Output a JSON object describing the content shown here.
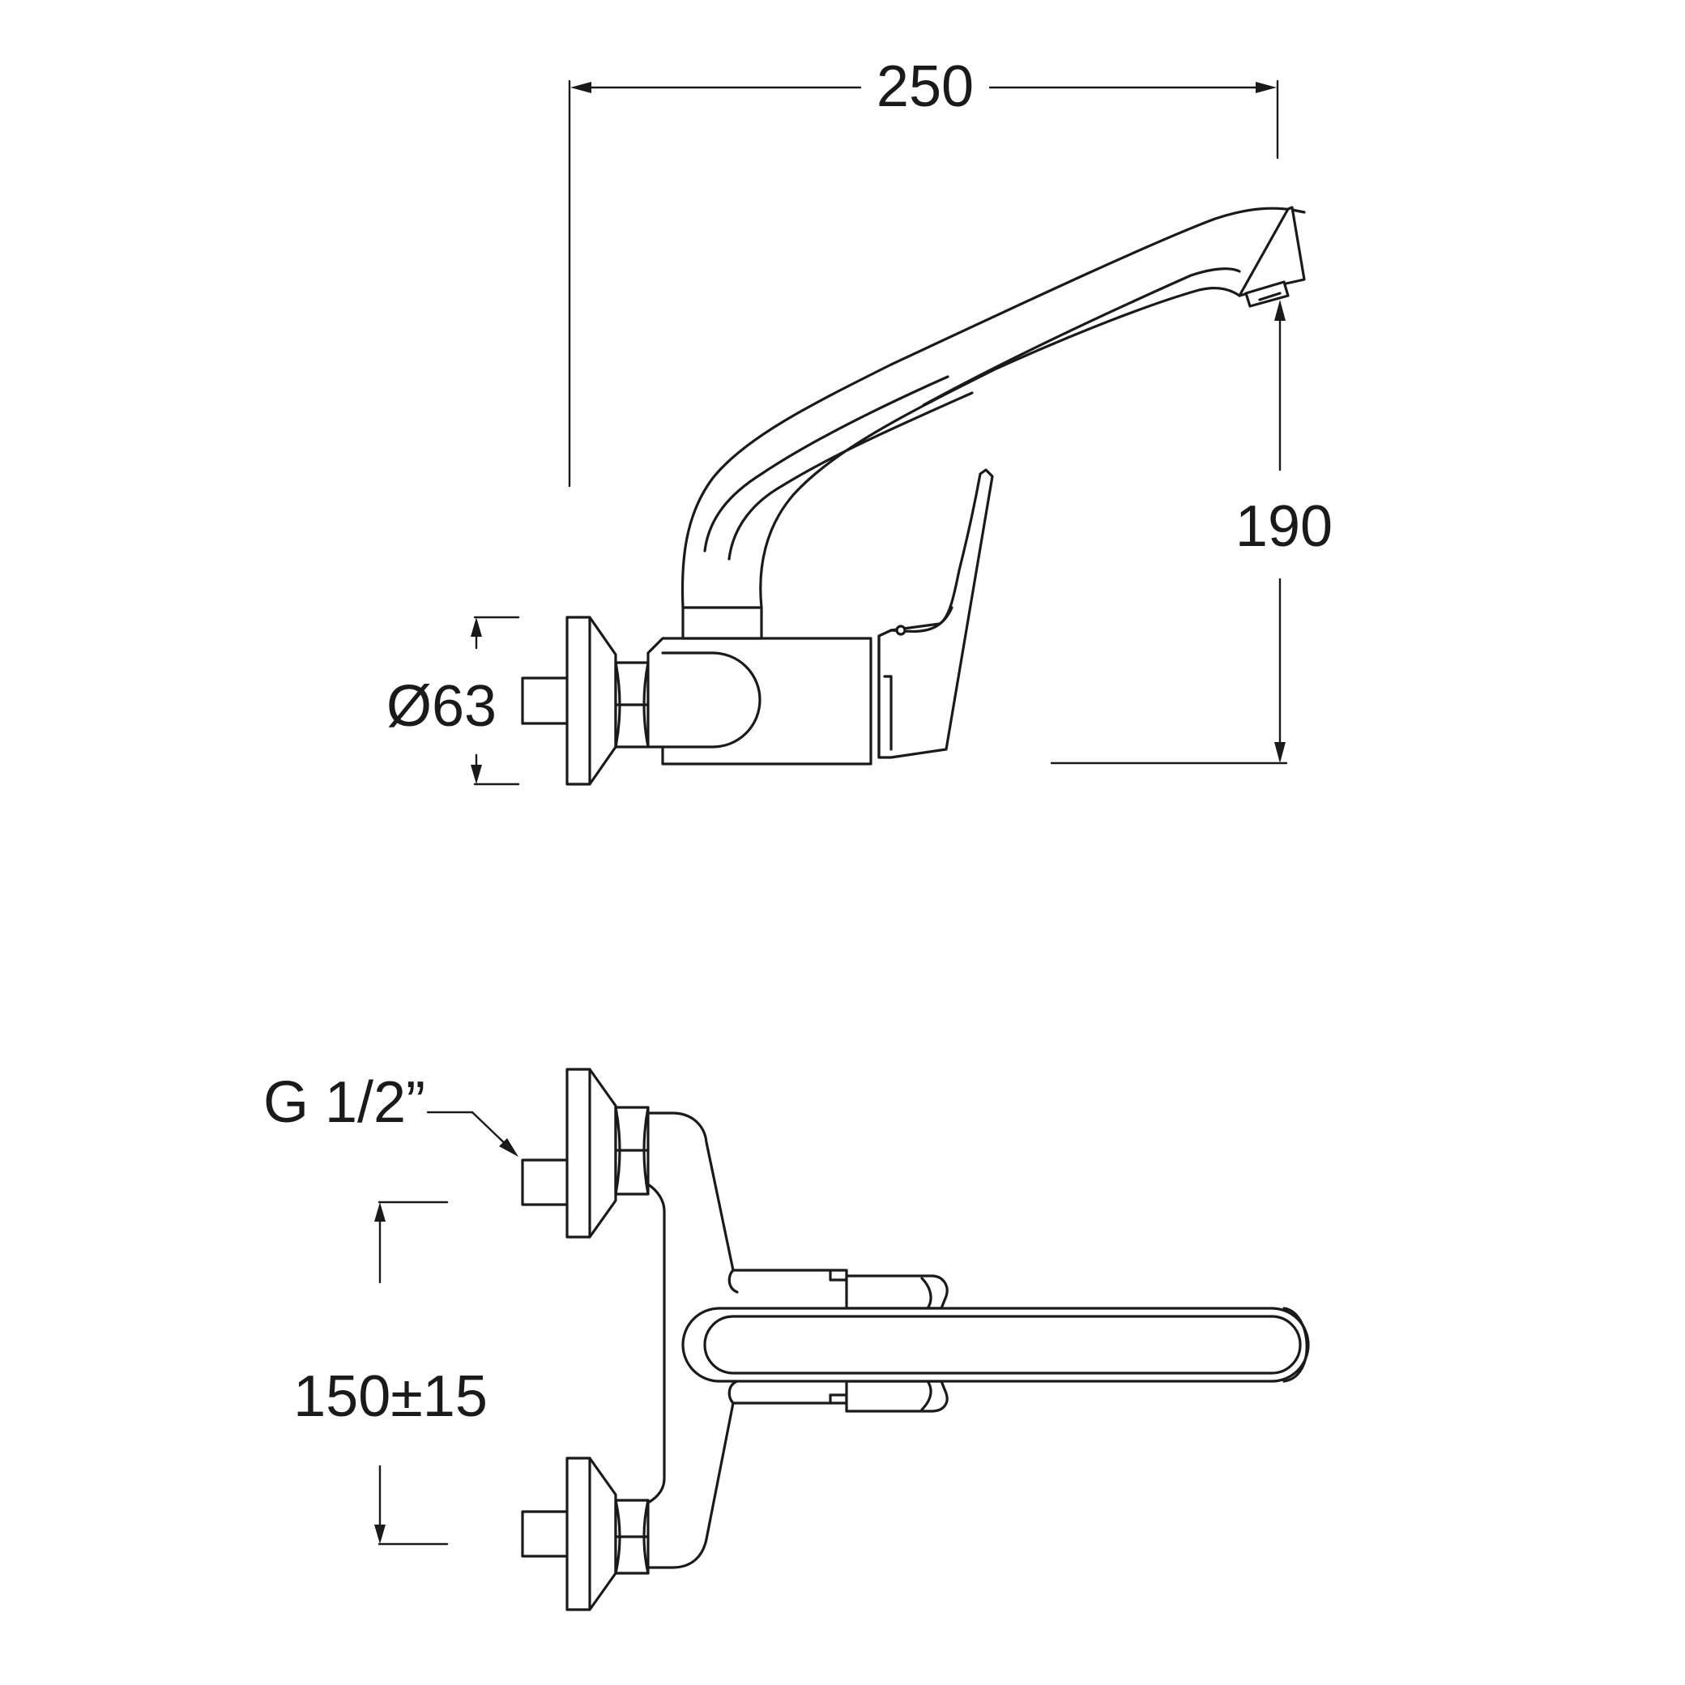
{
  "dimensions": {
    "width": "250",
    "height": "190",
    "flange_diameter": "Ø63",
    "thread": "G 1/2”",
    "center_distance": "150±15"
  },
  "colors": {
    "line": "#1a1a1a",
    "background": "#ffffff"
  }
}
